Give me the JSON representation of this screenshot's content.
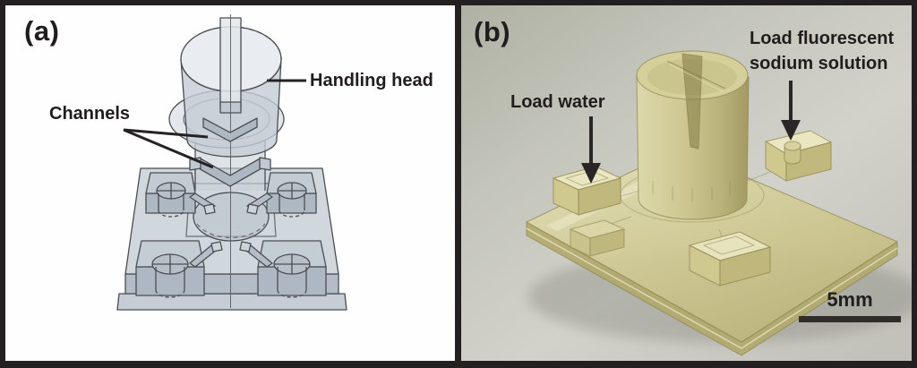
{
  "panel_a": {
    "label": "(a)",
    "channels_label": "Channels",
    "handling_head_label": "Handling head"
  },
  "panel_b": {
    "label": "(b)",
    "load_water_label": "Load water",
    "load_fluorescent_line1": "Load fluorescent",
    "load_fluorescent_line2": "sodium solution",
    "scale_bar_label": "5mm"
  },
  "colors": {
    "frame_border": "#241f20",
    "panel_a_background": "#fefefe",
    "panel_b_background": "#c7c8bf",
    "annotation_text": "#211d1e",
    "cad_fill": "#ccd3d9",
    "cad_line": "#4b4e53",
    "resin_yellow": "#d2cc96",
    "scale_bar": "#2f2c29"
  }
}
